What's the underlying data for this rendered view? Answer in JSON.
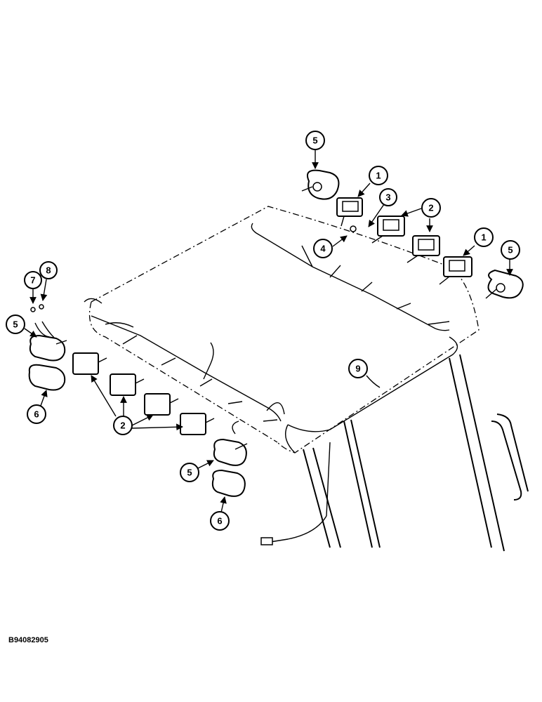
{
  "figure_ref": "B94082905",
  "callouts": [
    "5",
    "1",
    "3",
    "2",
    "4",
    "2",
    "1",
    "5",
    "7",
    "8",
    "5",
    "6",
    "9",
    "2",
    "5",
    "6"
  ]
}
